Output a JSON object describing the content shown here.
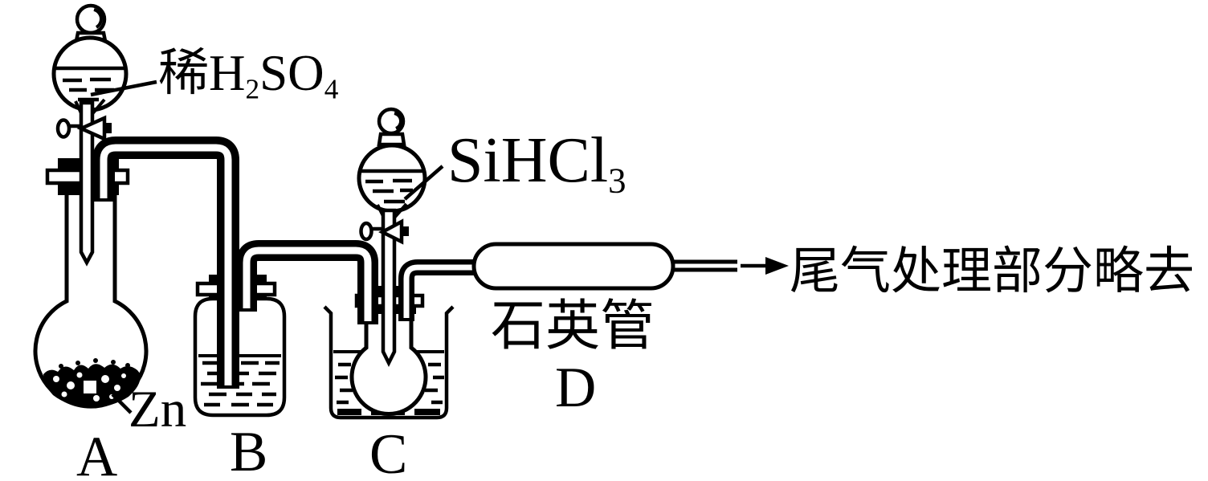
{
  "labels": {
    "dilute_h2so4": {
      "pre": "稀H",
      "sub1": "2",
      "mid": "SO",
      "sub2": "4"
    },
    "sihcl3": {
      "pre": "SiHCl",
      "sub": "3"
    },
    "zn": "Zn",
    "flask_a": "A",
    "bottle_b": "B",
    "bath_c": "C",
    "tube_d": "D",
    "quartz_tube": "石英管",
    "tail_gas_note": "尾气处理部分略去"
  },
  "colors": {
    "ink": "#000000",
    "paper": "#ffffff"
  }
}
